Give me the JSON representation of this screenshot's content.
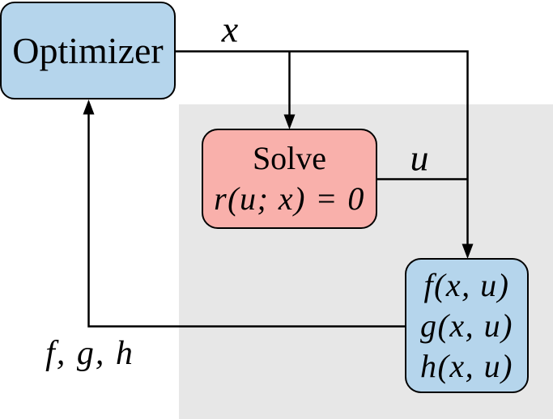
{
  "figure": {
    "colors": {
      "background": "#ffffff",
      "shaded_region": "#e7e7e7",
      "box_blue": "#b5d5ec",
      "box_pink": "#f9b0ab",
      "line": "#000000",
      "text": "#000000"
    },
    "boxes": {
      "optimizer": {
        "label": "Optimizer"
      },
      "solver": {
        "title": "Solve",
        "equation": "r(u; x) = 0"
      },
      "functions": {
        "lines": [
          "f(x, u)",
          "g(x, u)",
          "h(x, u)"
        ]
      }
    },
    "edge_labels": {
      "design_variables": "x",
      "state_variables": "u",
      "function_outputs": "f, g, h"
    }
  }
}
